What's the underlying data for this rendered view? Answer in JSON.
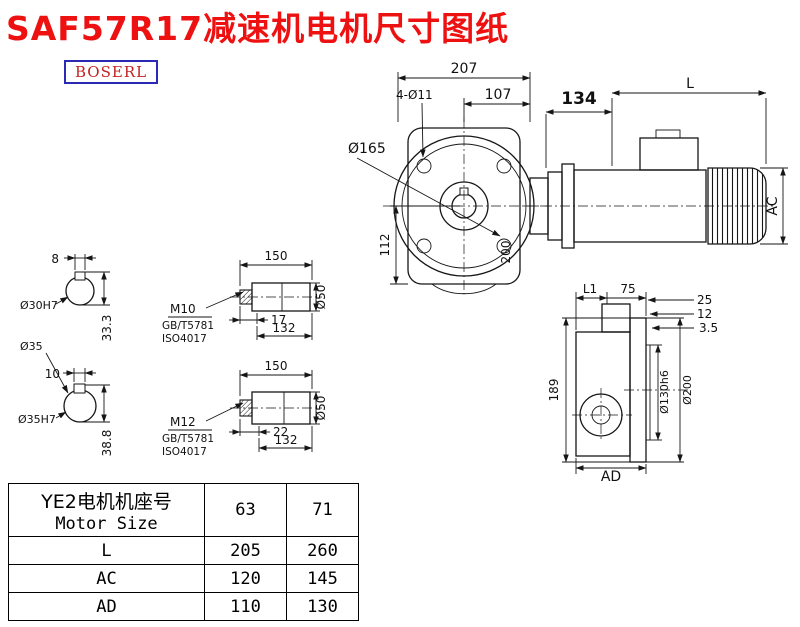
{
  "page": {
    "title": "SAF57R17减速机电机尺寸图纸",
    "logo": "BOSERL"
  },
  "colors": {
    "title_red": "#ee1111",
    "logo_border_blue": "#2a2ab4",
    "logo_text_red": "#c42222",
    "line_black": "#161616"
  },
  "front_view": {
    "d207": "207",
    "d107": "107",
    "holes": "4-Ø11",
    "d165": "Ø165",
    "d112": "112",
    "d200": "200"
  },
  "motor_view": {
    "d134": "134",
    "dL": "L",
    "dAC": "AC"
  },
  "shaft1": {
    "d150": "150",
    "thread": "M10",
    "std": "GB/T5781",
    "iso": "ISO4017",
    "d17": "17",
    "d132": "132",
    "d50": "Ø50"
  },
  "shaft2": {
    "d150": "150",
    "thread": "M12",
    "std": "GB/T5781",
    "iso": "ISO4017",
    "d22": "22",
    "d132": "132",
    "d50": "Ø50"
  },
  "section1": {
    "d8": "8",
    "bore": "Ø30H7",
    "d333": "33.3"
  },
  "section2": {
    "d35": "Ø35",
    "d10": "10",
    "bore": "Ø35H7",
    "d388": "38.8"
  },
  "side_view": {
    "dL1": "L1",
    "d75": "75",
    "d25": "25",
    "d12": "12",
    "d35": "3.5",
    "d189": "189",
    "d130": "Ø130h6",
    "d200": "Ø200",
    "dAD": "AD"
  },
  "table": {
    "header": {
      "cn": "YE2电机机座号",
      "en": "Motor Size",
      "sizes": [
        "63",
        "71"
      ]
    },
    "rows": [
      {
        "label": "L",
        "v1": "205",
        "v2": "260"
      },
      {
        "label": "AC",
        "v1": "120",
        "v2": "145"
      },
      {
        "label": "AD",
        "v1": "110",
        "v2": "130"
      }
    ]
  }
}
